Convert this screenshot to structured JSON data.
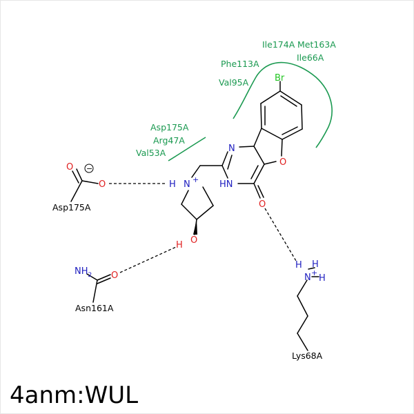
{
  "title": "4anm:WUL",
  "colors": {
    "bond": "#000000",
    "nitrogen": "#2020c0",
    "oxygen": "#e02020",
    "bromine": "#22c522",
    "hydrophobic": "#1a9950",
    "hbond": "#000000"
  },
  "hydrophobic_labels": {
    "ile174": "Ile174A",
    "met163": "Met163A",
    "ile66": "Ile66A",
    "phe113": "Phe113A",
    "val95": "Val95A",
    "asp175": "Asp175A",
    "arg47": "Arg47A",
    "val53": "Val53A"
  },
  "residues": {
    "asp175": "Asp175A",
    "asn161": "Asn161A",
    "lys68": "Lys68A"
  },
  "atoms": {
    "br": "Br",
    "n_ring": "N",
    "hn": "HN",
    "o_furan": "O",
    "o_carbonyl": "O",
    "n_pyrrolidine": "N",
    "n_plus": "+",
    "h_pyrrolidine": "H",
    "o_hydroxyl": "O",
    "h_hydroxyl": "H",
    "asp_o_double": "O",
    "asp_o_minus": "O",
    "minus_sign": "−",
    "asn_nh": "NH",
    "asn_sub2": "2",
    "asn_o": "O",
    "lys_h1": "H",
    "lys_h2": "H",
    "lys_h3": "H",
    "lys_n": "N",
    "lys_plus": "+"
  }
}
